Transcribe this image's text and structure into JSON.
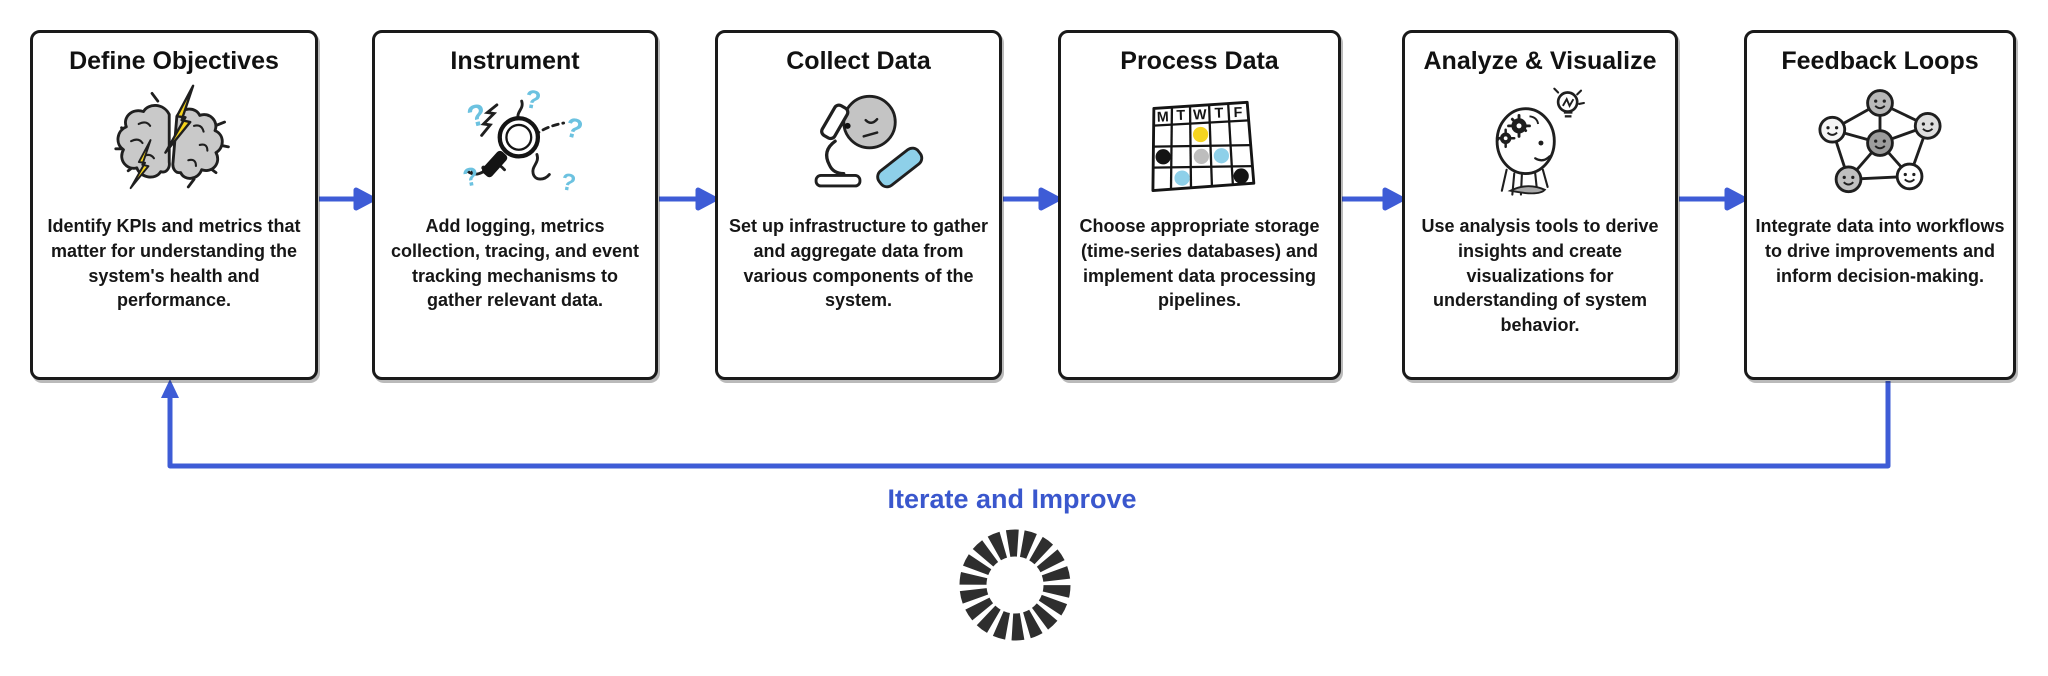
{
  "diagram": {
    "title_hint": "Observability workflow",
    "steps": [
      {
        "title": "Define Objectives",
        "icon": "brain-lightning-icon",
        "description": "Identify KPIs and metrics that matter for understanding the system's health and performance."
      },
      {
        "title": "Instrument",
        "icon": "magnifier-questions-icon",
        "description": "Add logging, metrics collection, tracing, and event tracking mechanisms to gather relevant data."
      },
      {
        "title": "Collect Data",
        "icon": "microscope-person-icon",
        "description": "Set up infrastructure to gather and aggregate data from various components of the system."
      },
      {
        "title": "Process Data",
        "icon": "calendar-grid-icon",
        "description": "Choose appropriate storage (time-series databases) and implement data processing pipelines."
      },
      {
        "title": "Analyze & Visualize",
        "icon": "head-gears-lightbulb-icon",
        "description": "Use analysis tools to derive insights and create visualizations for understanding of system behavior."
      },
      {
        "title": "Feedback Loops",
        "icon": "smiley-network-icon",
        "description": "Integrate data into workflows to drive improvements and inform decision-making."
      }
    ],
    "loop_label": "Iterate and Improve",
    "calendar_headers": [
      "M",
      "T",
      "W",
      "T",
      "F"
    ],
    "colors": {
      "arrow_blue": "#3e5cd6",
      "label_blue": "#3a57cd",
      "ink": "#1a1a1a",
      "bolt_yellow": "#f6d41c",
      "light_blue": "#8ed0e9",
      "gray_fill": "#c9c9c9",
      "spinner_dark": "#2e2e2e"
    }
  }
}
